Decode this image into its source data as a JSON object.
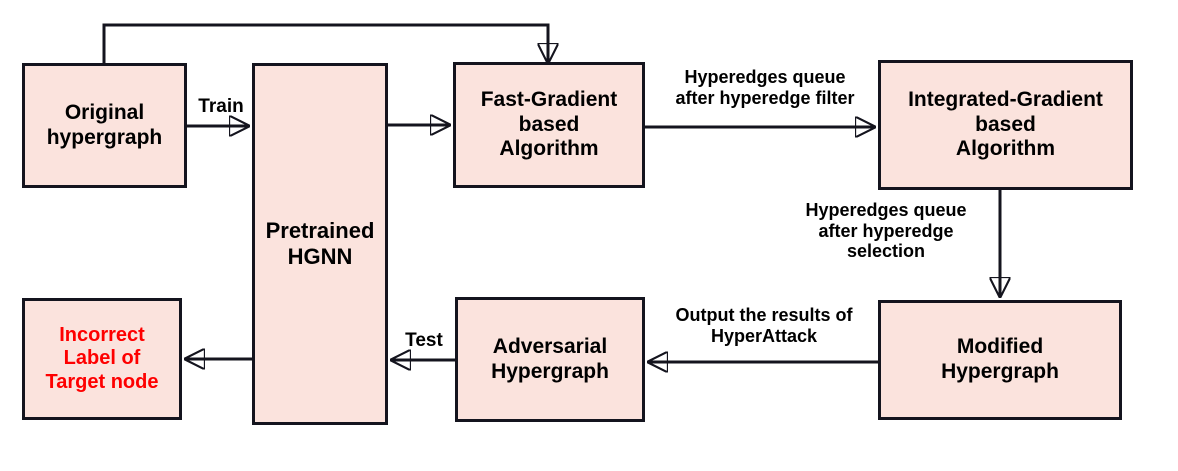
{
  "diagram": {
    "title": "HyperAttack pipeline flowchart",
    "style": {
      "node_fill": "#fbe3dd",
      "node_border": "#14141e",
      "text_color": "#000000",
      "alert_text_color": "#fe0000",
      "background": "#ffffff"
    },
    "nodes": [
      {
        "id": "original-hypergraph",
        "label": "Original\nhypergraph"
      },
      {
        "id": "pretrained-hgnn",
        "label": "Pretrained\nHGNN"
      },
      {
        "id": "fast-gradient",
        "label": "Fast-Gradient\nbased\nAlgorithm"
      },
      {
        "id": "integrated-gradient",
        "label": "Integrated-Gradient\nbased\nAlgorithm"
      },
      {
        "id": "modified-hypergraph",
        "label": "Modified\nHypergraph"
      },
      {
        "id": "adversarial-hypergraph",
        "label": "Adversarial\nHypergraph"
      },
      {
        "id": "incorrect-label",
        "label": "Incorrect\nLabel of\nTarget node"
      }
    ],
    "edge_labels": [
      {
        "id": "train",
        "label": "Train"
      },
      {
        "id": "hyperedge-filter",
        "label": "Hyperedges queue\nafter hyperedge filter"
      },
      {
        "id": "hyperedge-selection",
        "label": "Hyperedges queue\nafter hyperedge\nselection"
      },
      {
        "id": "output-results",
        "label": "Output the results of\nHyperAttack"
      },
      {
        "id": "test",
        "label": "Test"
      }
    ]
  }
}
